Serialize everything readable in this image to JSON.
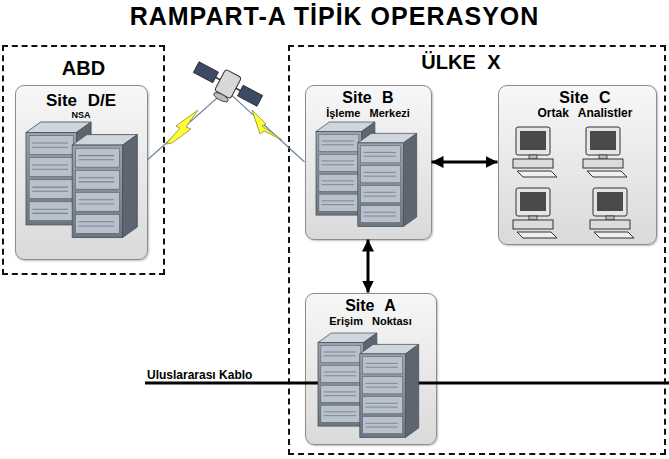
{
  "diagram": {
    "title": "RAMPART-A TİPİK OPERASYON",
    "nodes": [
      {
        "text": [
          "ABD"
        ]
      },
      {
        "text": [
          "Site D/E",
          "NSA"
        ],
        "in": 0
      },
      {
        "text": [
          "ÜLKE X"
        ]
      },
      {
        "text": [
          "Site B",
          "İşleme Merkezi"
        ],
        "in": 2
      },
      {
        "text": [
          "Site C",
          "Ortak Analistler"
        ],
        "in": 2
      },
      {
        "text": [
          "Site A",
          "Erişim Noktası"
        ],
        "in": 2
      }
    ],
    "edges": [
      {
        "from": 1,
        "to": 3,
        "arrow": "none"
      },
      {
        "from": 3,
        "to": 4,
        "arrow": "both"
      },
      {
        "from": 3,
        "to": 5,
        "arrow": "both"
      }
    ],
    "labels": [
      "Uluslararası Kablo"
    ]
  }
}
